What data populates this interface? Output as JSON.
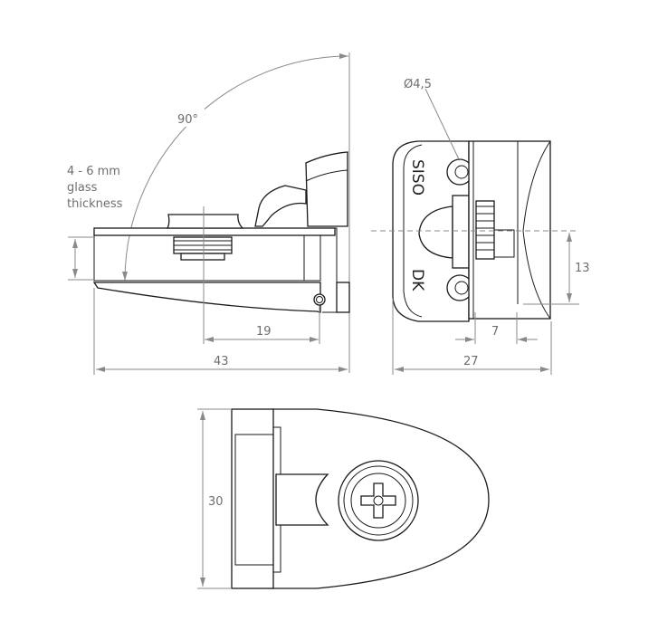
{
  "drawing": {
    "side_view": {
      "angle_label": "90°",
      "glass_label_line1": "4 - 6 mm",
      "glass_label_line2": "glass",
      "glass_label_line3": "thickness",
      "dim_19": "19",
      "dim_43": "43"
    },
    "front_view": {
      "diameter_label": "Ø4,5",
      "embossed_text_1": "SISO",
      "embossed_text_2": "DK",
      "dim_13": "13",
      "dim_7": "7",
      "dim_27": "27"
    },
    "bottom_view": {
      "dim_30": "30"
    }
  }
}
